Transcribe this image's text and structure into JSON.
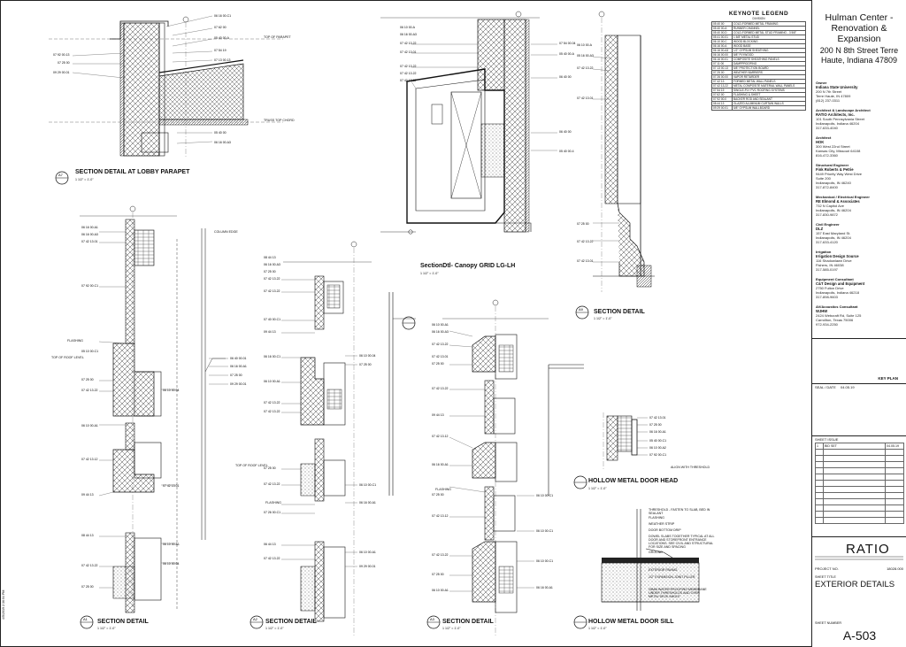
{
  "title_block": {
    "project": "Hulman Center - Renovation & Expansion",
    "address": "200 N 8th Street Terre Haute, Indiana 47809",
    "team": [
      {
        "role": "Owner",
        "firm": "Indiana State University",
        "lines": "200 N 7th Street\nTerre Haute, IN 47809\n(812) 237-0311"
      },
      {
        "role": "Architect & Landscape Architect",
        "firm": "RATIO Architects, Inc.",
        "lines": "101 South Pennsylvania Street\nIndianapolis, Indiana 46204\n317-633-4040"
      },
      {
        "role": "Architect",
        "firm": "HOK",
        "lines": "300 West 22nd Street\nKansas City, Missouri 64108\n816-472-3360"
      },
      {
        "role": "Structural Engineer",
        "firm": "Fink Roberts & Petrie",
        "lines": "9449 Priority Way West Drive\nSuite 200\nIndianapolis, IN 46240\n317-872-8400"
      },
      {
        "role": "Mechanical / Electrical Engineer",
        "firm": "RE Elmond & Associates",
        "lines": "732 N Capitol Ave\nIndianapolis, IN 46204\n317-830-9872"
      },
      {
        "role": "Civil Engineer",
        "firm": "DLZ",
        "lines": "157 East Maryland St.\nIndianapolis, IN 46204\n317-633-4120"
      },
      {
        "role": "Irrigation",
        "firm": "Irrigation Design Source",
        "lines": "116 Shadowlawn Drive\nFishers, IN 46038\n317-585-0197"
      },
      {
        "role": "Equipment Consultant",
        "firm": "C&T Design and Equipment",
        "lines": "2750 Fulton Drive\nIndianapolis, Indiana 46218\n317-898-9603"
      },
      {
        "role": "AV/Acoustics Consultant",
        "firm": "WJHW",
        "lines": "2424 Webcraft Rd, Suite 125\nCarrollton, Texas 75006\n972-934-2250"
      }
    ],
    "key_plan_label": "KEY PLAN",
    "seal_label": "SEAL / DATE",
    "seal_date": "04.05.19",
    "sheet_issue_label": "SHEET ISSUE",
    "issue_row": {
      "no": "1",
      "desc": "BID SET",
      "date": "04.05.19"
    },
    "logo_word": "RATIO",
    "project_no_label": "PROJECT NO.",
    "project_no": "18028.000",
    "sheet_title_label": "SHEET TITLE",
    "sheet_title": "EXTERIOR DETAILS",
    "sheet_number_label": "SHEET NUMBER",
    "sheet_number": "A-503"
  },
  "keynote_legend": {
    "title": "KEYNOTE LEGEND",
    "subtitle": "DIVISION",
    "rows": [
      [
        "05 40 00",
        "COLD-FORMED METAL FRAMING"
      ],
      [
        "05 40 00.A",
        "RUNNER CHANNEL"
      ],
      [
        "05 40 00.D",
        "COLD-FORMED METAL STUD FRAMING - 3 5/8\""
      ],
      [
        "05 41 00.01",
        "1 5/8\" METAL STUD"
      ],
      [
        "06 10 00.C",
        "WOOD BLOCKING"
      ],
      [
        "06 16 00.A",
        "WOOD BASE"
      ],
      [
        "06 16 00.A3",
        "1/2\" GYPSUM SHEATHING"
      ],
      [
        "06 16 00.00",
        "5/8\" PLYWOOD"
      ],
      [
        "06 16 00.01",
        "COMPOSITE SHEATHING PANELS"
      ],
      [
        "07 11 00",
        "DAMPPROOFING"
      ],
      [
        "07 13 00.13",
        "5/8\" PROTECTION BOARD"
      ],
      [
        "07 25 00",
        "WEATHER BARRIERS"
      ],
      [
        "07 26 00.00",
        "VAPOR RETARDER"
      ],
      [
        "07 42 13",
        "FORMED METAL WALL PANELS"
      ],
      [
        "07 42 13.22",
        "METAL COMPOSITE MATERIAL WALL PANELS"
      ],
      [
        "07 54 19",
        "SINGLE-PLY PVC ROOFING SYSTEMS"
      ],
      [
        "07 62 00",
        "FLASHING & SHEET"
      ],
      [
        "07 92 00.0",
        "BACKER ROD AND SEALANT"
      ],
      [
        "08 44 13",
        "GLAZED ALUMINUM CURTAIN WALLS"
      ],
      [
        "09 29 00.01",
        "5/8\" GYPSUM WALLBOARD"
      ]
    ]
  },
  "details": {
    "d1": {
      "title": "SECTION DETAIL AT LOBBY PARAPET",
      "scale": "1 1/2\" = 1'-0\"",
      "num": "A7"
    },
    "d2": {
      "title": "SectionDtl- Canopy GRID LG-LH",
      "scale": "1 1/2\" = 1'-0\""
    },
    "d3": {
      "title": "SECTION DETAIL",
      "scale": "1 1/2\" = 1'-0\"",
      "num": "A9"
    },
    "d4": {
      "title": "HOLLOW METAL DOOR HEAD",
      "scale": "1 1/2\" = 1'-0\""
    },
    "d5": {
      "title": "SECTION DETAIL",
      "scale": "1 1/2\" = 1'-0\"",
      "num": "A1"
    },
    "d6": {
      "title": "SECTION DETAIL",
      "scale": "1 1/2\" = 1'-0\"",
      "num": "A2"
    },
    "d7": {
      "title": "SECTION DETAIL",
      "scale": "1 1/2\" = 1'-0\"",
      "num": "A3"
    },
    "d8": {
      "title": "HOLLOW METAL DOOR SILL",
      "scale": "1 1/2\" = 1'-0\""
    }
  },
  "annotations": {
    "flashing": "FLASHING",
    "flashing2": "FLASHING",
    "flashing3": "FLASHING",
    "flashing4": "FLASHING",
    "top_parapet": "TOP OF PARAPET",
    "truss_chord": "TRUSS TOP CHORD",
    "top_roof": "TOP OF ROOF LEVEL",
    "top_roof2": "TOP OF ROOF LEVEL",
    "column_edge": "COLUMN EDGE",
    "align": "ALIGN WITH THRESHOLD",
    "threshold": "THRESHOLD - FASTEN TO SLAB, BED IN SEALANT",
    "weather_strip": "WEATHER STRIP",
    "door_bottom": "DOOR BOTTOM DRIP",
    "dowel": "DOWEL SLABS TOGETHER TYPICAL AT ALL DOOR AND STOREFRONT ENTRANCE LOCATIONS. SEE CIVIL AND STRUCTURAL FOR SIZE AND SPACING",
    "ground": "GROUND",
    "ext_paving": "EXTERIOR PAVING",
    "expansion": "1/2\" EXPANSION JOINT FILLER",
    "waterproof": "25MM WATER-PROOFING MEMBRANE UNDER THRESHOLDS AND OVER METAL DECK ANGLE",
    "print_date": "4/5/2019 2:36:04 PM"
  }
}
